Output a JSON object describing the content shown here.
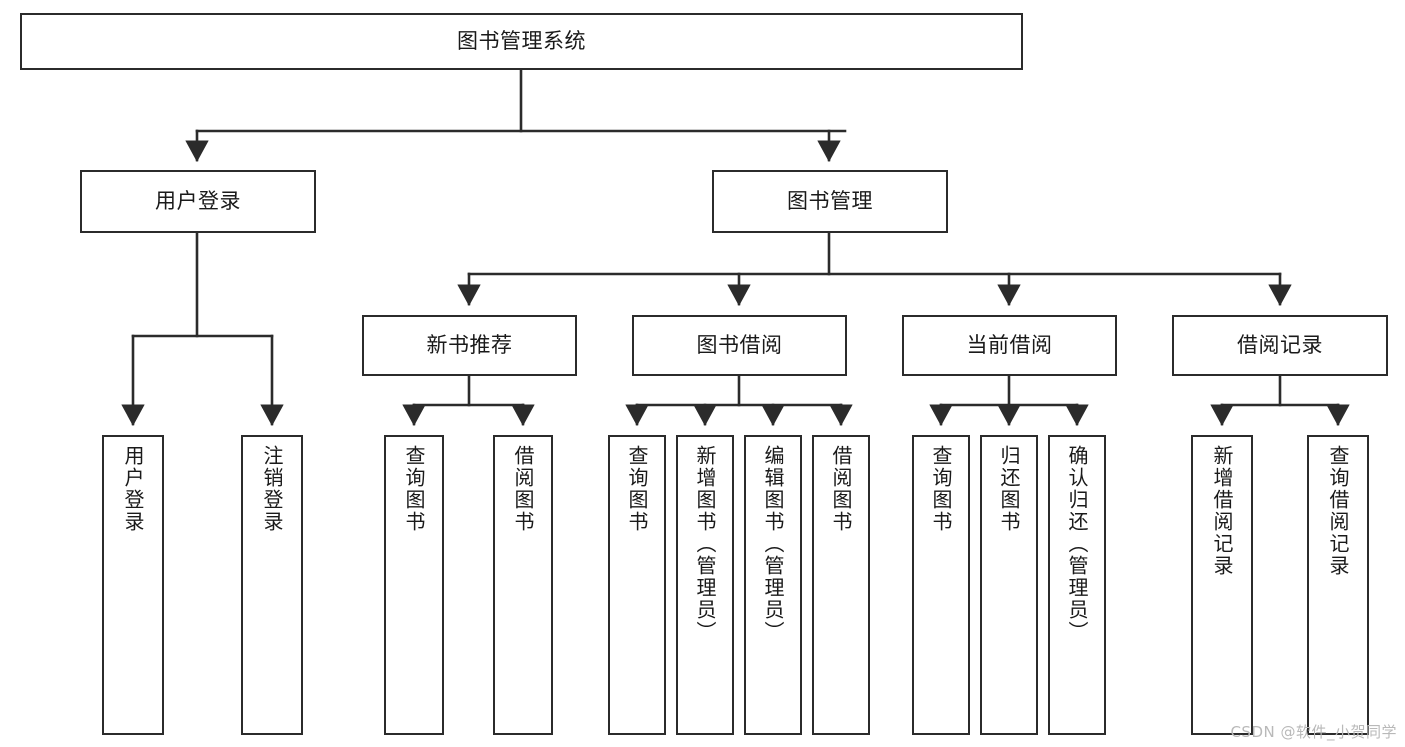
{
  "diagram": {
    "type": "tree-hierarchy",
    "title": "图书管理系统",
    "watermark": "CSDN @软件_小贺同学",
    "colors": {
      "stroke": "#2b2b2b",
      "fill": "#ffffff",
      "text": "#1a1a1a",
      "watermark": "#b9b9b9"
    },
    "nodes": {
      "root": {
        "label": "图书管理系统"
      },
      "level2": [
        {
          "id": "user-login",
          "label": "用户登录"
        },
        {
          "id": "book-manage",
          "label": "图书管理"
        }
      ],
      "level3": [
        {
          "id": "new-book-rec",
          "label": "新书推荐"
        },
        {
          "id": "book-borrow",
          "label": "图书借阅"
        },
        {
          "id": "current-borrow",
          "label": "当前借阅"
        },
        {
          "id": "borrow-record",
          "label": "借阅记录"
        }
      ],
      "leaves": {
        "user_login": [
          {
            "id": "leaf-user-login",
            "label": "用户登录"
          },
          {
            "id": "leaf-logout-login",
            "label": "注销登录"
          }
        ],
        "new_book_rec": [
          {
            "id": "leaf-query-book-1",
            "label": "查询图书"
          },
          {
            "id": "leaf-borrow-book-1",
            "label": "借阅图书"
          }
        ],
        "book_borrow": [
          {
            "id": "leaf-query-book-2",
            "label": "查询图书"
          },
          {
            "id": "leaf-add-book",
            "label": "新增图书（管理员）"
          },
          {
            "id": "leaf-edit-book",
            "label": "编辑图书（管理员）"
          },
          {
            "id": "leaf-borrow-book-2",
            "label": "借阅图书"
          }
        ],
        "current_borrow": [
          {
            "id": "leaf-query-book-3",
            "label": "查询图书"
          },
          {
            "id": "leaf-return-book",
            "label": "归还图书"
          },
          {
            "id": "leaf-confirm-return",
            "label": "确认归还（管理员）"
          }
        ],
        "borrow_record": [
          {
            "id": "leaf-add-record",
            "label": "新增借阅记录"
          },
          {
            "id": "leaf-query-record",
            "label": "查询借阅记录"
          }
        ]
      }
    }
  }
}
